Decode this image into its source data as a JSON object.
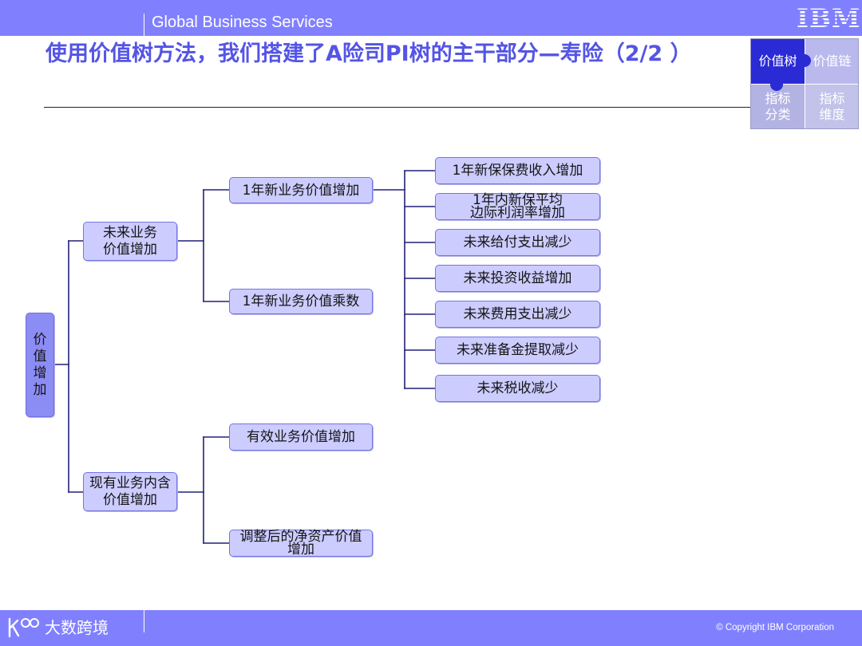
{
  "header": {
    "title": "Global Business Services",
    "logo": "IBM"
  },
  "slide": {
    "title": "使用价值树方法，我们搭建了A险司PI树的主干部分—寿险（2/2 ）"
  },
  "puzzle": {
    "value_tree": "价值树",
    "value_chain": "价值链",
    "indicator_category": "指标分类",
    "indicator_dimension": "指标维度",
    "active": "价值树"
  },
  "tree": {
    "root": "价值增加",
    "future_business": "未来业务价值增加",
    "existing_business": "现有业务内含价值增加",
    "new_business_value_increase": "1年新业务价值增加",
    "new_business_value_multiplier": "1年新业务价值乘数",
    "inforce_business_value_increase": "有效业务价值增加",
    "adjusted_net_asset_value_increase": "调整后的净资产价值增加",
    "drivers": [
      "1年新保保费收入增加",
      "1年内新保平均边际利润率增加",
      "未来给付支出减少",
      "未来投资收益增加",
      "未来费用支出减少",
      "未来准备金提取减少",
      "未来税收减少"
    ]
  },
  "footer": {
    "copyright": "© Copyright IBM Corporation",
    "watermark": "大数跨境"
  },
  "colors": {
    "bar": "#8080ff",
    "title": "#5454e6",
    "node_fill": "#ccccff",
    "root_fill": "#8c8cf5",
    "connector": "#20207a",
    "puzzle_active": "#2b2bd6"
  }
}
